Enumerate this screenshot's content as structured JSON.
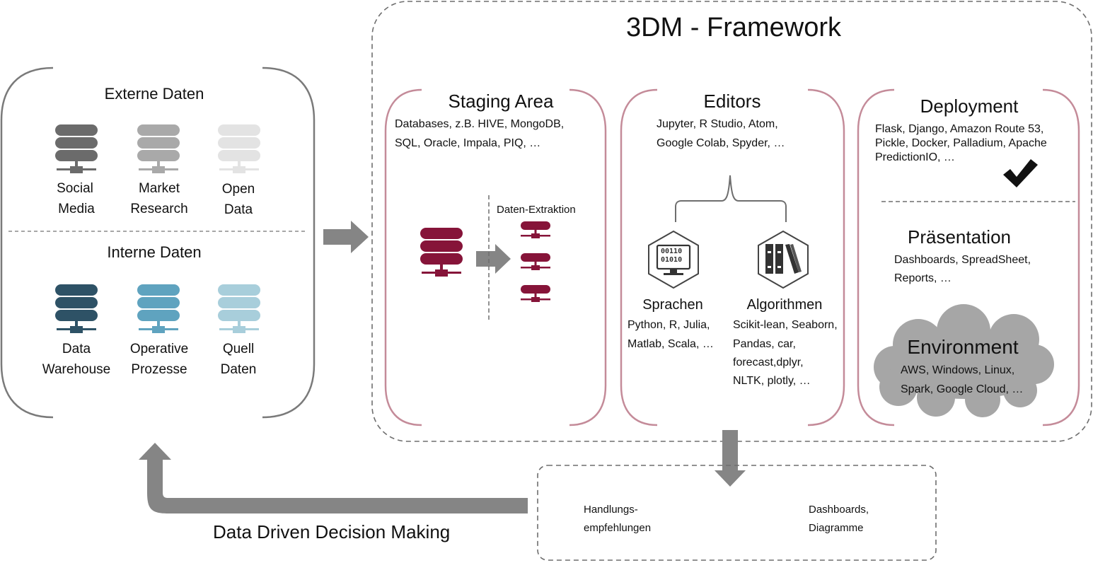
{
  "framework_title": "3DM - Framework",
  "sources": {
    "external_title": "Externe Daten",
    "external": [
      {
        "line1": "Social",
        "line2": "Media",
        "color": "#6b6b6b"
      },
      {
        "line1": "Market",
        "line2": "Research",
        "color": "#a9a9a9"
      },
      {
        "line1": "Open",
        "line2": "Data",
        "color": "#e3e3e3"
      }
    ],
    "internal_title": "Interne Daten",
    "internal": [
      {
        "line1": "Data",
        "line2": "Warehouse",
        "color": "#2e5266"
      },
      {
        "line1": "Operative",
        "line2": "Prozesse",
        "color": "#5fa3bf"
      },
      {
        "line1": "Quell",
        "line2": "Daten",
        "color": "#a8cedb"
      }
    ]
  },
  "staging": {
    "title": "Staging Area",
    "line1": "Databases, z.B. HIVE, MongoDB,",
    "line2": "SQL, Oracle, Impala, PIQ, …",
    "extraction_label": "Daten-Extraktion",
    "db_color": "#861439"
  },
  "editors": {
    "title": "Editors",
    "line1": "Jupyter, R Studio, Atom,",
    "line2": "Google Colab, Spyder, …",
    "languages_title": "Sprachen",
    "languages_line1": "Python, R, Julia,",
    "languages_line2": "Matlab, Scala, …",
    "algorithms_title": "Algorithmen",
    "algorithms_line1": "Scikit-lean, Seaborn,",
    "algorithms_line2": "Pandas, car,",
    "algorithms_line3": "forecast,dplyr,",
    "algorithms_line4": "NLTK, plotly, …",
    "code_line1": "00110",
    "code_line2": "01010"
  },
  "deployment": {
    "title": "Deployment",
    "line1": "Flask, Django, Amazon Route 53,",
    "line2": "Pickle, Docker, Palladium, Apache",
    "line3": "PredictionIO, …",
    "presentation_title": "Präsentation",
    "presentation_line1": "Dashboards, SpreadSheet,",
    "presentation_line2": "Reports, …",
    "environment_title": "Environment",
    "environment_line1": "AWS, Windows, Linux,",
    "environment_line2": "Spark, Google Cloud, …"
  },
  "output": {
    "left_line1": "Handlungs-",
    "left_line2": "empfehlungen",
    "right_line1": "Dashboards,",
    "right_line2": "Diagramme"
  },
  "feedback_label": "Data Driven Decision Making",
  "colors": {
    "bracket_gray": "#7a7a7a",
    "bracket_pink": "#c48b99",
    "arrow_gray": "#858585",
    "cloud_gray": "#a6a6a6"
  }
}
